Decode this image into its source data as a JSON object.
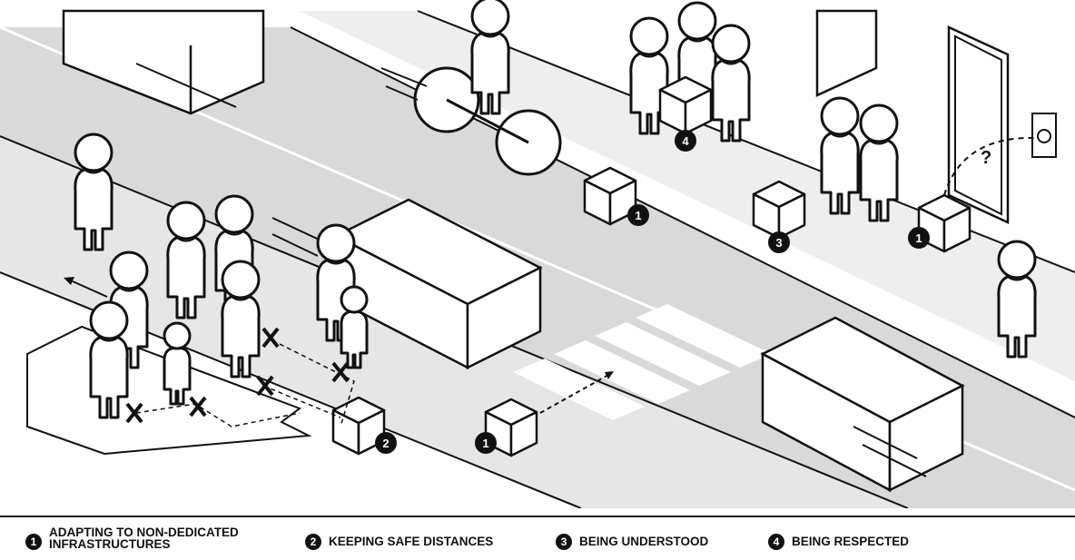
{
  "legend": [
    {
      "num": "1",
      "label": "ADAPTING TO NON-DEDICATED\nINFRASTRUCTURES"
    },
    {
      "num": "2",
      "label": "KEEPING SAFE DISTANCES"
    },
    {
      "num": "3",
      "label": "BEING UNDERSTOOD"
    },
    {
      "num": "4",
      "label": "BEING RESPECTED"
    }
  ],
  "markers": {
    "m1": "1",
    "m2": "2",
    "m3": "3",
    "m4": "4",
    "question": "?"
  },
  "colors": {
    "road": "#d8d8d8",
    "sidewalk": "#ececec",
    "ink": "#111111",
    "fill": "#ffffff"
  }
}
